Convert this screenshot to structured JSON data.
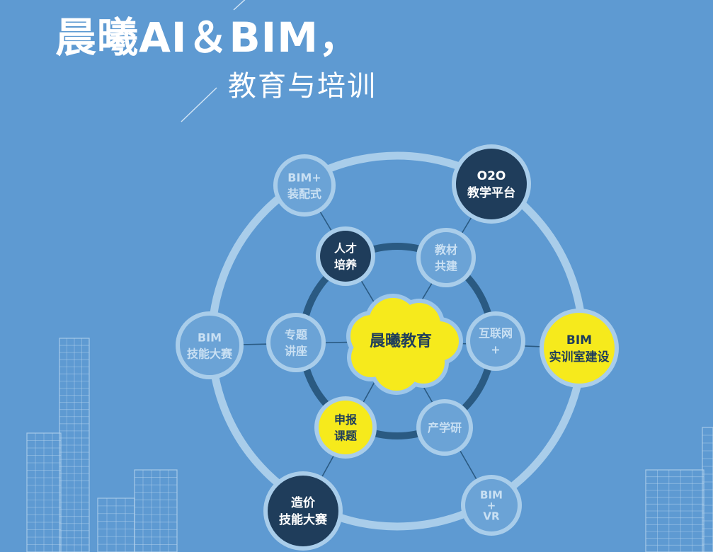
{
  "heading": {
    "title": "晨曦AI＆BIM，",
    "subtitle": "教育与培训"
  },
  "center": {
    "label": "晨曦教育"
  },
  "outer_nodes": [
    {
      "name": "outer-node-bim-prefab",
      "lines": [
        "BIM+",
        "装配式"
      ],
      "style": "light"
    },
    {
      "name": "outer-node-o2o-platform",
      "lines": [
        "O2O",
        "教学平台"
      ],
      "style": "dark"
    },
    {
      "name": "outer-node-bim-lab",
      "lines": [
        "BIM",
        "实训室建设"
      ],
      "style": "yellow"
    },
    {
      "name": "outer-node-bim-vr",
      "lines": [
        "BIM",
        "+",
        "VR"
      ],
      "style": "light"
    },
    {
      "name": "outer-node-cost-contest",
      "lines": [
        "造价",
        "技能大赛"
      ],
      "style": "dark"
    },
    {
      "name": "outer-node-bim-contest",
      "lines": [
        "BIM",
        "技能大赛"
      ],
      "style": "light"
    }
  ],
  "inner_nodes": [
    {
      "name": "inner-node-talent",
      "lines": [
        "人才",
        "培养"
      ],
      "style": "dark"
    },
    {
      "name": "inner-node-textbook",
      "lines": [
        "教材",
        "共建"
      ],
      "style": "light"
    },
    {
      "name": "inner-node-internet",
      "lines": [
        "互联网",
        "+"
      ],
      "style": "light"
    },
    {
      "name": "inner-node-industry-research",
      "lines": [
        "产学研"
      ],
      "style": "light"
    },
    {
      "name": "inner-node-research-project",
      "lines": [
        "申报",
        "课题"
      ],
      "style": "yellow"
    },
    {
      "name": "inner-node-lecture",
      "lines": [
        "专题",
        "讲座"
      ],
      "style": "light"
    }
  ],
  "colors": {
    "background": "#5e9ad2",
    "ring_light": "#a9cdea",
    "ring_dark": "#2a5a82",
    "node_light_fill": "#6ba3d6",
    "node_light_text": "#c9e0f3",
    "node_dark_fill": "#1f3d5b",
    "node_yellow_fill": "#f6ea1c",
    "node_yellow_text": "#1f3d5b",
    "white": "#ffffff"
  }
}
